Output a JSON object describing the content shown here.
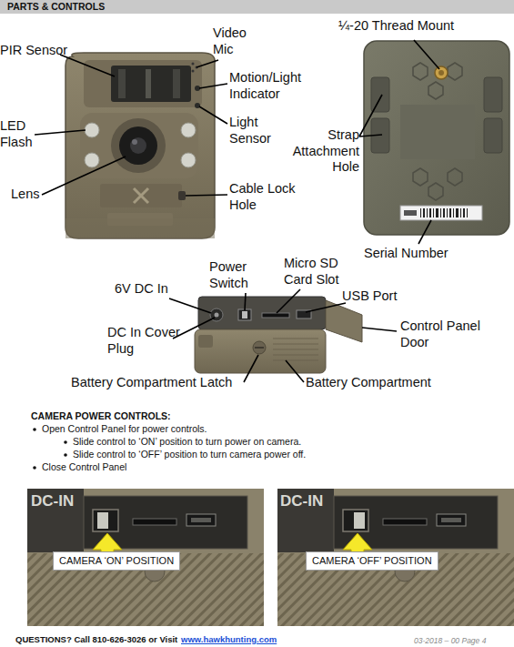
{
  "diagram": {
    "title": "PARTS & CONTROLS",
    "nodes": [
      {
        "text": [
          "CAMERA ‘ON’ POSITION"
        ]
      },
      {
        "text": [
          "CAMERA ‘OFF’ POSITION"
        ]
      }
    ],
    "labels": [
      "PIR Sensor",
      "Video Mic",
      "Motion/Light Indicator",
      "Light Sensor",
      "LED Flash",
      "Lens",
      "Cable Lock Hole",
      "¼-20 Thread Mount",
      "Strap Attachment Hole",
      "Serial Number",
      "Power Switch",
      "Micro SD Card Slot",
      "6V DC In",
      "USB Port",
      "DC In Cover Plug",
      "Control Panel Door",
      "Battery Compartment Latch",
      "Battery Compartment",
      "CAMERA POWER CONTROLS:",
      "Open Control Panel for power controls.",
      "Slide control to ‘ON’ position to turn power on camera.",
      "Slide control to ‘OFF’ position to turn camera power off.",
      "Close Control Panel",
      "DC-IN",
      "DC-IN",
      "QUESTIONS? Call 810-626-3026 or Visit",
      "www.hawkhunting.com",
      "03-2018 – 00 Page 4"
    ]
  }
}
